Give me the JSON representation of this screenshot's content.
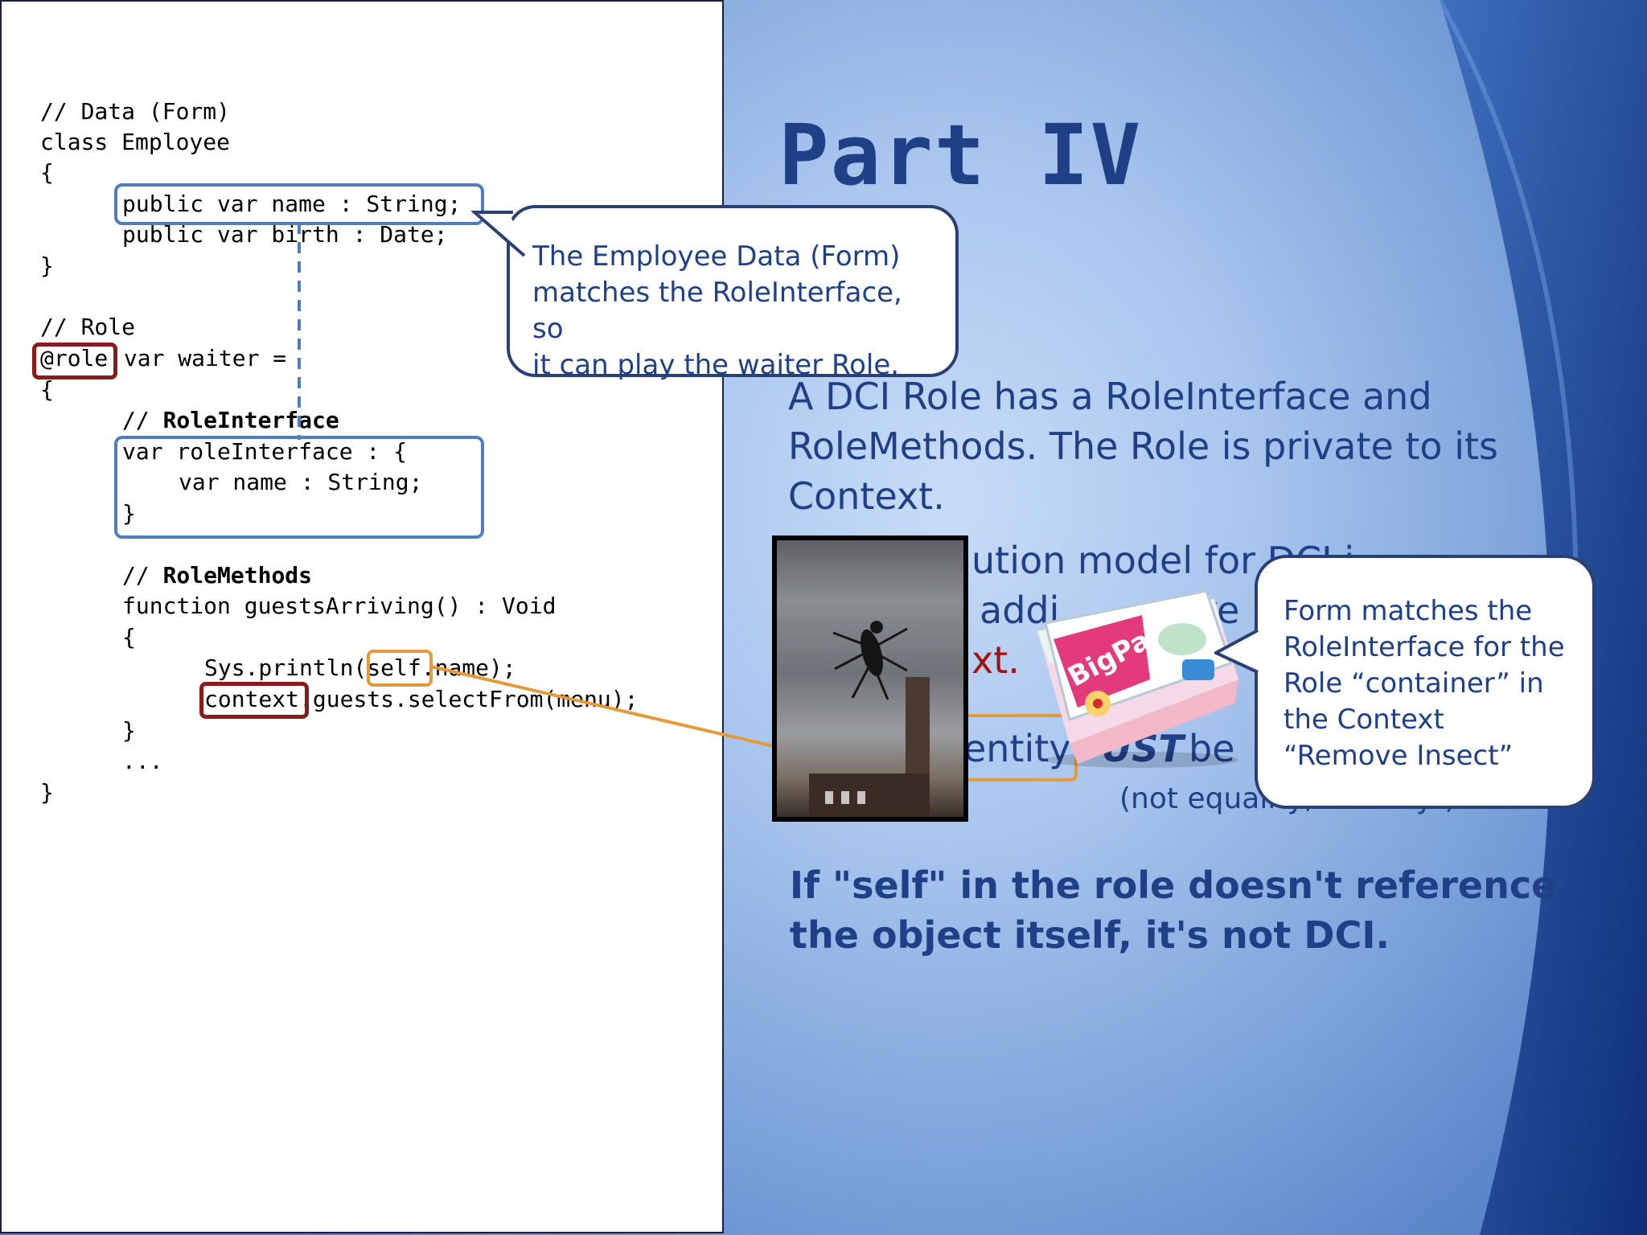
{
  "code": {
    "lines": [
      "// Data (Form)",
      "class Employee",
      "{",
      "public var name : String;",
      "public var birth : Date;",
      "}",
      "// Role",
      "@role",
      " var waiter =",
      "{",
      "// ",
      "RoleInterface",
      "var roleInterface : {",
      "var name : String;",
      "}",
      "// ",
      "RoleMethods",
      "function guestsArriving() : Void",
      "{",
      "Sys.println(",
      "self",
      ".name);",
      "context",
      ".guests.selectFrom(menu);",
      "}",
      "...",
      "}"
    ]
  },
  "title": "Part IV",
  "paragraphs": {
    "p1_lines": [
      "A DCI Role has a RoleInterface and",
      "RoleMethods. The Role is private to its",
      "Context."
    ],
    "p2_fragment_1": "ution model for DCI i",
    "p2_fragment_2": "addi",
    "p2_fragment_3": "ke",
    "p2_fragment_red": "xt.",
    "p2_fragment_4": "entity",
    "p2_fragment_5": "UST",
    "p2_fragment_6": " be",
    "p2_small": "(not equality, identity!)",
    "p3_lines": [
      "If \"self\" in the role doesn't reference",
      "the object itself, it's not DCI."
    ]
  },
  "callouts": {
    "employee": [
      "The Employee Data (Form)",
      "matches the RoleInterface, so",
      "it can play the waiter Role."
    ],
    "container": [
      "Form matches the",
      "RoleInterface for the",
      "Role “container” in",
      "the Context",
      "“Remove Insect”"
    ]
  },
  "colors": {
    "text_blue": "#1f3f86",
    "highlight_blue": "#4f7dbd",
    "highlight_red": "#8b1a1a",
    "highlight_orange": "#e39a3b",
    "red_text": "#a31212"
  },
  "icecream_label": "BigPack",
  "icons": {
    "photo": "insect-photo",
    "icecream": "icecream-box-image"
  }
}
